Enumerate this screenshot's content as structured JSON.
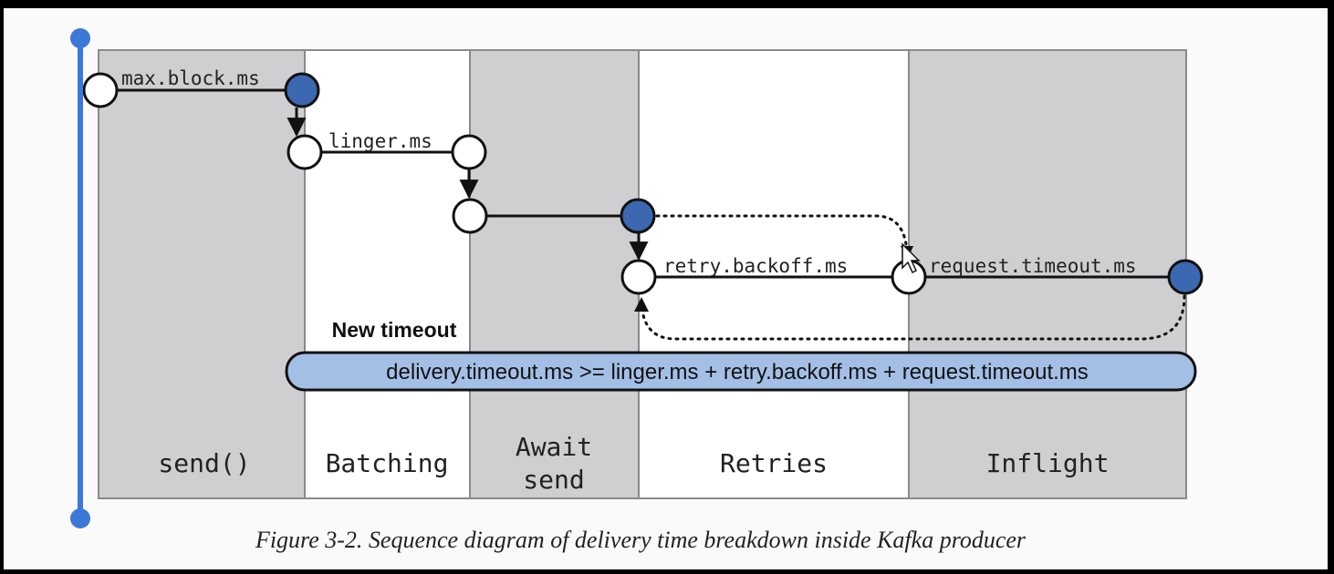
{
  "diagram": {
    "columns": [
      {
        "label": "send()",
        "shaded": true
      },
      {
        "label": "Batching",
        "shaded": false
      },
      {
        "label_lines": [
          "Await",
          "send"
        ],
        "shaded": true
      },
      {
        "label": "Retries",
        "shaded": false
      },
      {
        "label": "Inflight",
        "shaded": true
      }
    ],
    "params": {
      "max_block": "max.block.ms",
      "linger": "linger.ms",
      "retry_backoff": "retry.backoff.ms",
      "request_timeout": "request.timeout.ms"
    },
    "new_timeout_label": "New timeout",
    "formula": "delivery.timeout.ms >= linger.ms + retry.backoff.ms + request.timeout.ms",
    "colors": {
      "shaded": "#cfcfd1",
      "unshaded": "#ffffff",
      "accent_node": "#3b68b0",
      "formula_fill": "#a4bfe6",
      "scrubber": "#3c78d8"
    }
  },
  "caption": "Figure 3-2. Sequence diagram of delivery time breakdown inside Kafka producer"
}
